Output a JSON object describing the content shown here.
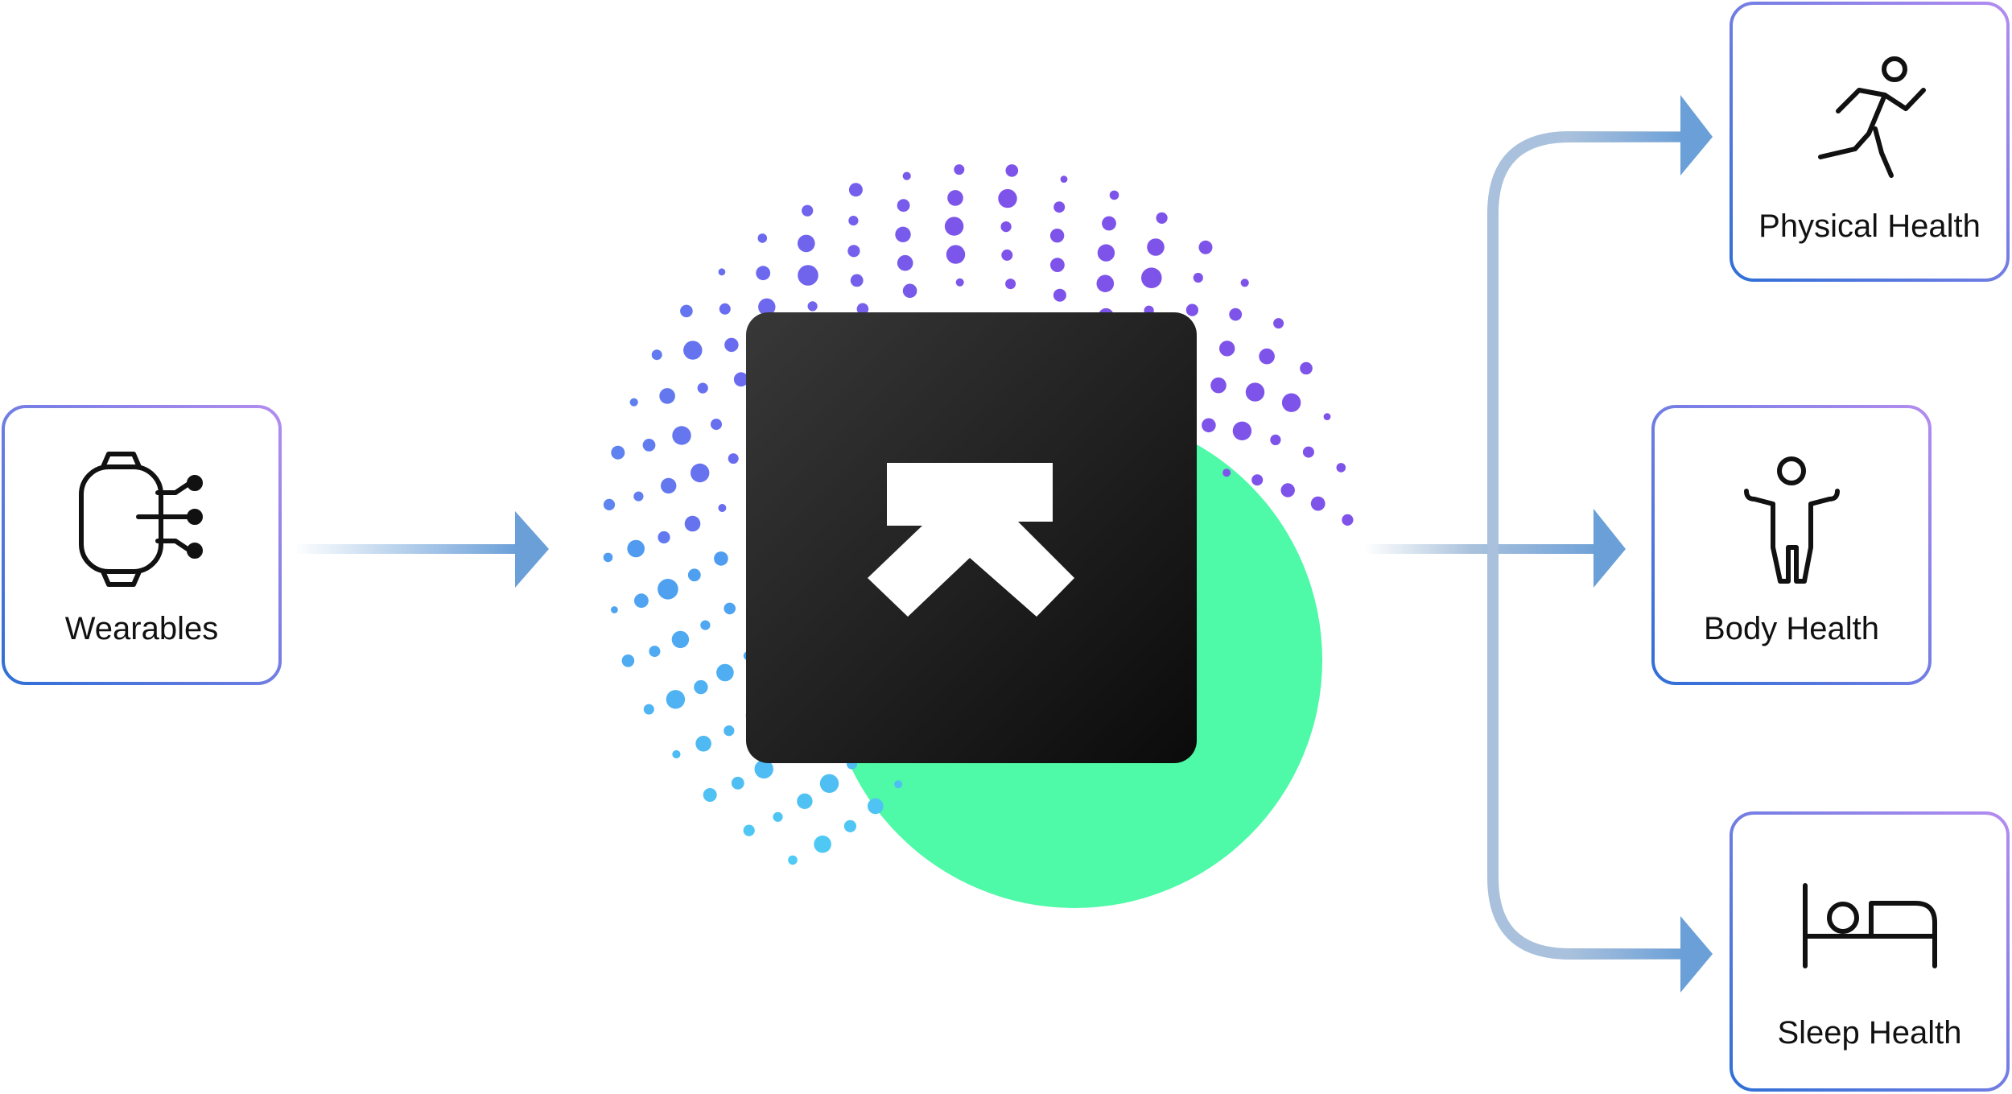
{
  "colors": {
    "background": "#ffffff",
    "card_border_start": "#2f6fd6",
    "card_border_end": "#b38cf0",
    "arrow_blue": "#6a9fd8",
    "arrow_fade": "#ffffff",
    "branch_line": "#a9c1dc",
    "hub_dark_top": "#383838",
    "hub_dark_bottom": "#0b0b0b",
    "hub_logo": "#ffffff",
    "green_circle": "#4ef9a7",
    "dot_cyan": "#4fd3f5",
    "dot_blue": "#4f9cf0",
    "dot_indigo": "#6a6cef",
    "dot_violet": "#7e53ea",
    "icon_stroke": "#111111"
  },
  "input": {
    "label": "Wearables",
    "icon": "smartwatch-data-icon"
  },
  "hub": {
    "icon": "upward-arrow-logo-icon"
  },
  "outputs": [
    {
      "label": "Physical Health",
      "icon": "running-person-icon"
    },
    {
      "label": "Body Health",
      "icon": "standing-person-icon"
    },
    {
      "label": "Sleep Health",
      "icon": "bed-icon"
    }
  ]
}
